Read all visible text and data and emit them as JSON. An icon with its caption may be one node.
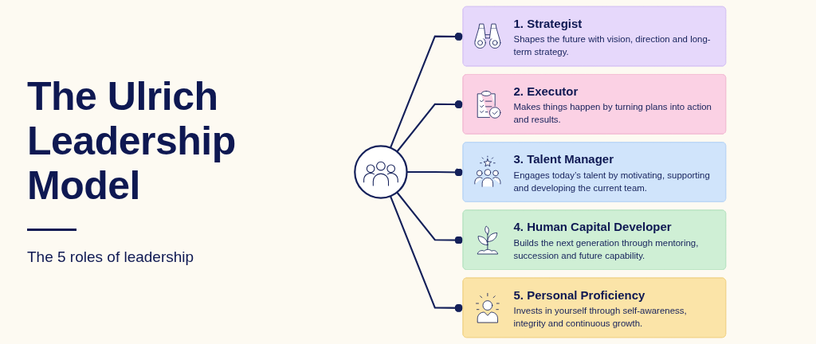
{
  "diagram": {
    "title": "The Ulrich Leadership Model",
    "nodes": [
      {
        "text": [
          "1. Strategist",
          "Shapes the future with vision, direction and long-term strategy."
        ]
      },
      {
        "text": [
          "2. Executor",
          "Makes things happen by turning plans into action and results."
        ]
      },
      {
        "text": [],
        "shape": "circle"
      },
      {
        "text": [
          "3. Talent Manager",
          "Engages today’s talent by motivating, supporting and developing the current team."
        ]
      },
      {
        "text": [
          "4. Human Capital Developer",
          "Builds the next generation through mentoring, succession and future capability."
        ]
      },
      {
        "text": [
          "5. Personal Proficiency",
          "Invests in yourself through self-awareness, integrity and continuous growth."
        ]
      }
    ],
    "edges": [
      {
        "from": 2,
        "to": 0,
        "arrow": "other"
      },
      {
        "from": 2,
        "to": 1,
        "arrow": "other"
      },
      {
        "from": 2,
        "to": 3,
        "arrow": "other"
      },
      {
        "from": 2,
        "to": 4,
        "arrow": "other"
      },
      {
        "from": 2,
        "to": 5,
        "arrow": "other"
      }
    ],
    "labels": [
      "The 5 roles of leadership"
    ]
  }
}
